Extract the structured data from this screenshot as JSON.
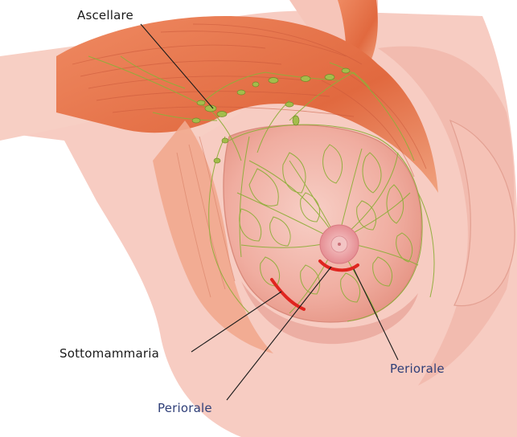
{
  "labels": {
    "ascellare": "Ascellare",
    "sottomammaria": "Sottomammaria",
    "periorale_right": "Periorale",
    "periorale_bottom": "Periorale"
  },
  "colors": {
    "skin": "#f6c7bd",
    "skin_shadow": "#e9a89c",
    "muscle": "#e2744f",
    "muscle_dark": "#c85a3a",
    "breast": "#f3b3a8",
    "areola": "#eb9a9a",
    "nipple": "#f2c0c0",
    "lymph": "#8fae3a",
    "incision": "#e0251f",
    "leader": "#1a1a1a",
    "label_blue": "#2f3f78"
  }
}
